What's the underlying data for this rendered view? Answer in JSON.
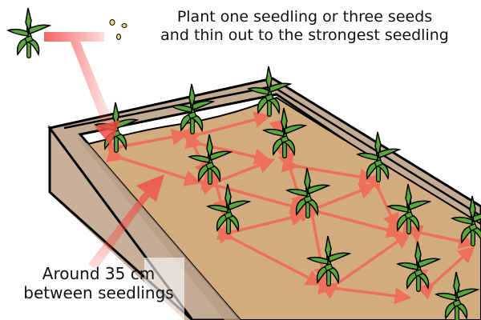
{
  "illustration": {
    "subject": "Raised garden bed with seedlings planted in a triangular grid",
    "colors": {
      "soil": "#d2ac7e",
      "bed_wood": "#c8b09a",
      "bed_wood_dark": "#b99e86",
      "outline": "#000000",
      "arrow": "#f06a55",
      "pointer": "#f24a46",
      "leaf": "#5aa83a",
      "seed": "#f0d97a"
    }
  },
  "captions": {
    "top_line1": "Plant one seedling or three seeds",
    "top_line2": "and thin out to the strongest seedling",
    "bottom_line1": "Around 35 cm",
    "bottom_line2": "between seedlings"
  },
  "icons": {
    "seedling_example": "seedling-icon",
    "seeds_example": "seeds-icon"
  }
}
